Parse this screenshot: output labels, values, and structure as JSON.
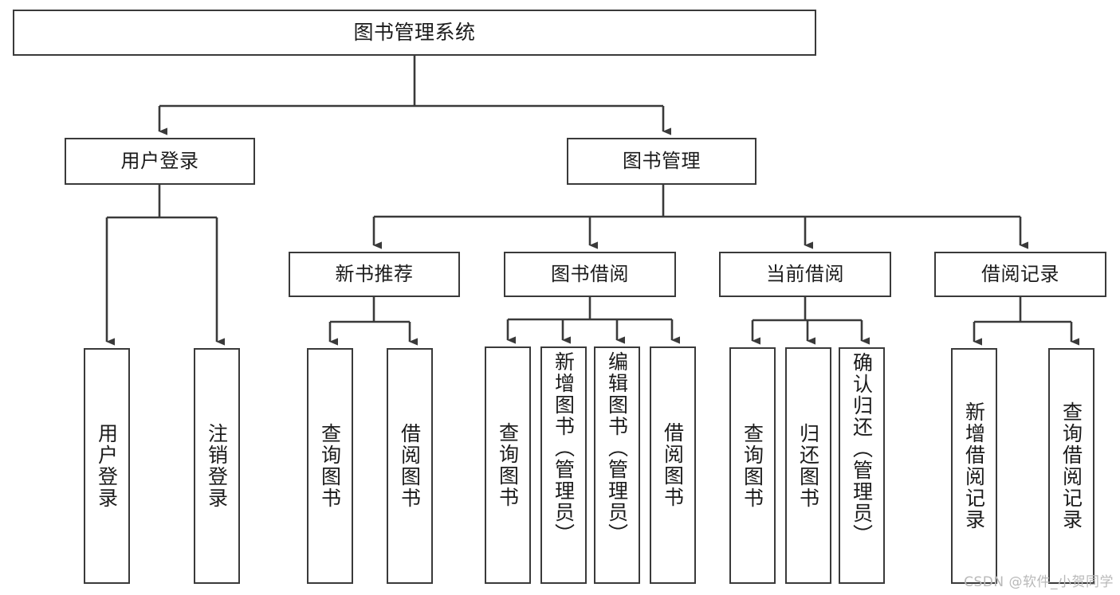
{
  "diagram": {
    "title": "图书管理系统",
    "type": "tree",
    "watermark": "CSDN @软件_小贺同学",
    "colors": {
      "background": "#ffffff",
      "node_fill": "#ffffff",
      "node_border": "#3a3a3a",
      "connector": "#3a3a3a",
      "text": "#1b1b1b",
      "watermark": "#b9b9b9"
    },
    "nodes": {
      "root": {
        "label": "图书管理系统"
      },
      "level1": [
        {
          "id": "user-login",
          "label": "用户登录"
        },
        {
          "id": "book-manage",
          "label": "图书管理"
        }
      ],
      "level2": [
        {
          "id": "new-book-recommend",
          "label": "新书推荐",
          "parent": "book-manage"
        },
        {
          "id": "book-borrow",
          "label": "图书借阅",
          "parent": "book-manage"
        },
        {
          "id": "current-borrow",
          "label": "当前借阅",
          "parent": "book-manage"
        },
        {
          "id": "borrow-record",
          "label": "借阅记录",
          "parent": "book-manage"
        }
      ],
      "leaves": [
        {
          "id": "leaf-user-login",
          "label": "用户登录",
          "parent": "user-login"
        },
        {
          "id": "leaf-user-logout",
          "label": "注销登录",
          "parent": "user-login"
        },
        {
          "id": "leaf-query-book-1",
          "label": "查询图书",
          "parent": "new-book-recommend"
        },
        {
          "id": "leaf-borrow-book-1",
          "label": "借阅图书",
          "parent": "new-book-recommend"
        },
        {
          "id": "leaf-query-book-2",
          "label": "查询图书",
          "parent": "book-borrow"
        },
        {
          "id": "leaf-add-book",
          "label": "新增图书（管理员）",
          "parent": "book-borrow"
        },
        {
          "id": "leaf-edit-book",
          "label": "编辑图书（管理员）",
          "parent": "book-borrow"
        },
        {
          "id": "leaf-borrow-book-2",
          "label": "借阅图书",
          "parent": "book-borrow"
        },
        {
          "id": "leaf-query-book-3",
          "label": "查询图书",
          "parent": "current-borrow"
        },
        {
          "id": "leaf-return-book",
          "label": "归还图书",
          "parent": "current-borrow"
        },
        {
          "id": "leaf-confirm-return",
          "label": "确认归还（管理员）",
          "parent": "current-borrow"
        },
        {
          "id": "leaf-add-record",
          "label": "新增借阅记录",
          "parent": "borrow-record"
        },
        {
          "id": "leaf-query-record",
          "label": "查询借阅记录",
          "parent": "borrow-record"
        }
      ]
    }
  }
}
